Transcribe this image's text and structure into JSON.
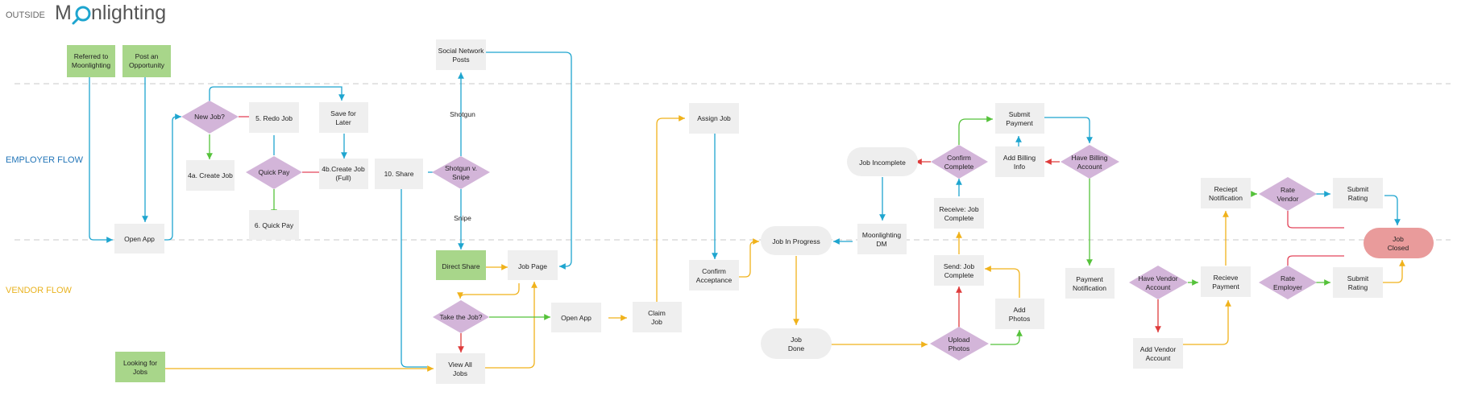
{
  "header": {
    "outside_label": "OUTSIDE",
    "brand_pre": "M",
    "brand_post": "nlighting"
  },
  "lanes": {
    "employer": "EMPLOYER FLOW",
    "vendor": "VENDOR FLOW"
  },
  "colors": {
    "employer_lane": "#2275b8",
    "vendor_lane": "#e9b320",
    "blue_arrow": "#1ea5cf",
    "yellow_arrow": "#f0b21b",
    "green_arrow": "#55c23a",
    "red_arrow": "#de3b3b",
    "start_box": "#a8d68a",
    "decision": "#d3b5d9",
    "end_node": "#e99b9b"
  },
  "nodes": {
    "referred": [
      "Referred to",
      "Moonlighting"
    ],
    "post": [
      "Post an",
      "Opportunity"
    ],
    "open_app_emp": [
      "Open App"
    ],
    "looking": [
      "Looking for",
      "Jobs"
    ],
    "new_job": [
      "New Job?"
    ],
    "redo_job": [
      "5. Redo Job"
    ],
    "create_job": [
      "4a. Create Job"
    ],
    "quick_pay_q": [
      "Quick Pay"
    ],
    "quick_pay": [
      "6. Quick Pay"
    ],
    "save_later": [
      "Save for",
      "Later"
    ],
    "create_full": [
      "4b.Create Job",
      "(Full)"
    ],
    "share": [
      "10. Share"
    ],
    "social": [
      "Social Network",
      "Posts"
    ],
    "shotgun_label": [
      "Shotgun"
    ],
    "shotgun_snipe": [
      "Shotgun v.",
      "Snipe"
    ],
    "snipe_label": [
      "Snipe"
    ],
    "direct_share": [
      "Direct Share"
    ],
    "job_page": [
      "Job Page"
    ],
    "take_job": [
      "Take the Job?"
    ],
    "view_all": [
      "View All",
      "Jobs"
    ],
    "open_app_ven": [
      "Open App"
    ],
    "claim_job": [
      "Claim",
      "Job"
    ],
    "assign_job": [
      "Assign Job"
    ],
    "confirm_accept": [
      "Confirm",
      "Acceptance"
    ],
    "in_progress": [
      "Job In Progress"
    ],
    "job_done": [
      "Job",
      "Done"
    ],
    "moon_dm": [
      "Moonlighting",
      "DM"
    ],
    "job_incomplete": [
      "Job Incomplete"
    ],
    "confirm_complete": [
      "Confirm",
      "Complete"
    ],
    "receive_complete": [
      "Receive: Job",
      "Complete"
    ],
    "send_complete": [
      "Send: Job",
      "Complete"
    ],
    "upload_photos": [
      "Upload",
      "Photos"
    ],
    "add_photos": [
      "Add",
      "Photos"
    ],
    "submit_payment": [
      "Submit",
      "Payment"
    ],
    "add_billing": [
      "Add Billing",
      "Info"
    ],
    "have_billing": [
      "Have Billing",
      "Account"
    ],
    "payment_notif": [
      "Payment",
      "Notification"
    ],
    "have_vendor": [
      "Have Vendor",
      "Account"
    ],
    "add_vendor": [
      "Add Vendor",
      "Account"
    ],
    "recieve_payment": [
      "Recieve",
      "Payment"
    ],
    "reciept_notif": [
      "Reciept",
      "Notification"
    ],
    "rate_vendor": [
      "Rate",
      "Vendor"
    ],
    "rate_employer": [
      "Rate",
      "Employer"
    ],
    "submit_rating_top": [
      "Submit",
      "Rating"
    ],
    "submit_rating_bot": [
      "Submit",
      "Rating"
    ],
    "job_closed": [
      "Job",
      "Closed"
    ]
  }
}
